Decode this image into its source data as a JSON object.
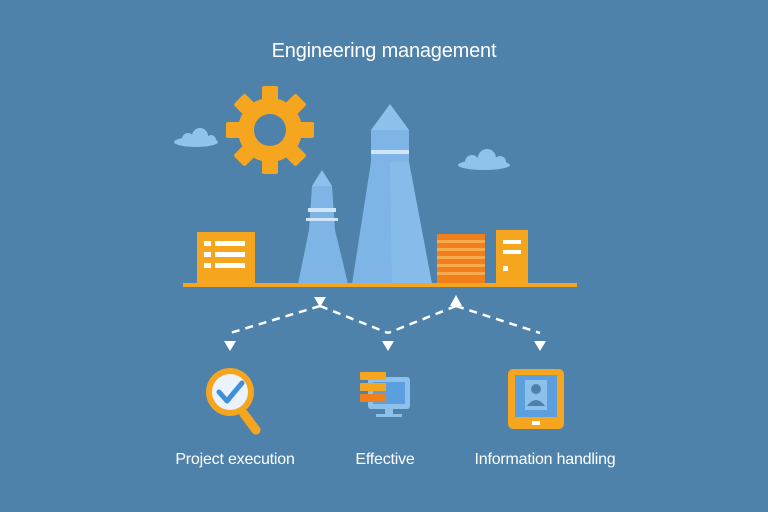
{
  "title": "Engineering management",
  "labels": {
    "project_execution": "Project execution",
    "effective": "Effective",
    "information_handling": "Information handling"
  },
  "icons": {
    "top": [
      "gear-icon",
      "cloud-icon",
      "tower-building-icon",
      "office-building-icon"
    ],
    "bottom": [
      "magnifier-check-icon",
      "computer-monitor-icon",
      "tablet-user-icon"
    ]
  },
  "colors": {
    "background": "#4f82ab",
    "accent_orange": "#f5a51e",
    "deep_orange": "#f07f1c",
    "tower_blue": "#7fb5e6",
    "white": "#ffffff"
  }
}
